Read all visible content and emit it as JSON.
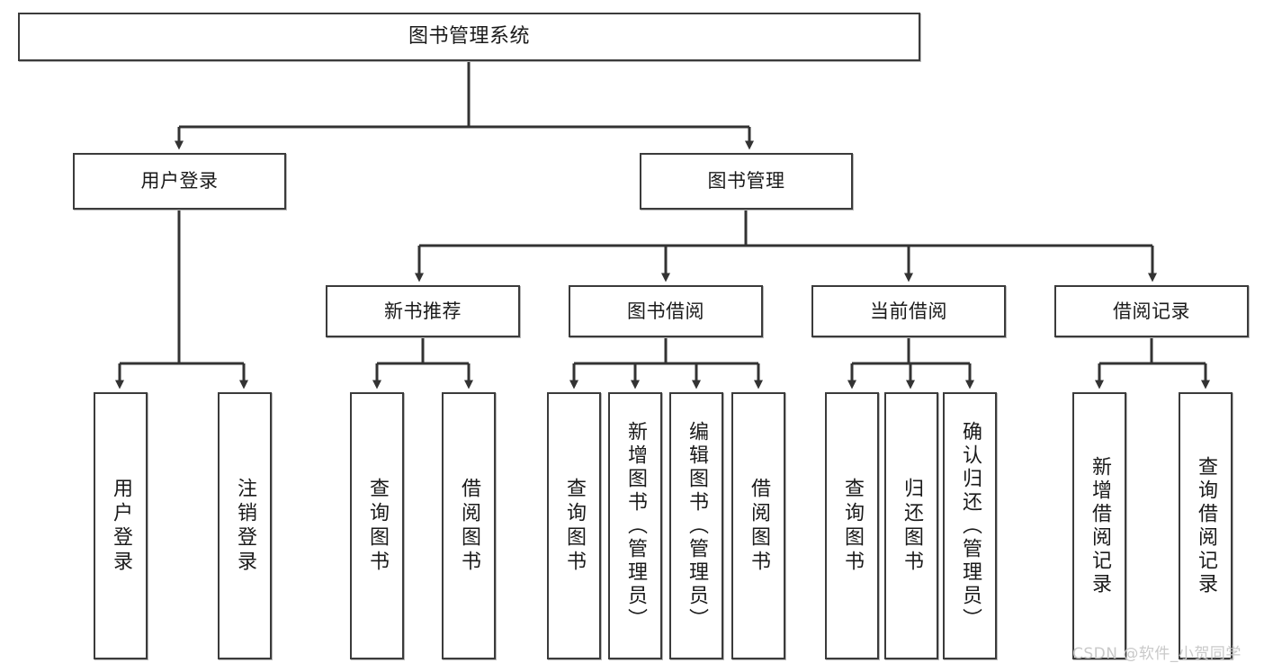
{
  "diagram": {
    "title": "图书管理系统",
    "type": "tree",
    "root": {
      "label": "图书管理系统"
    },
    "level2": [
      {
        "label": "用户登录"
      },
      {
        "label": "图书管理"
      }
    ],
    "level3": [
      {
        "label": "新书推荐"
      },
      {
        "label": "图书借阅"
      },
      {
        "label": "当前借阅"
      },
      {
        "label": "借阅记录"
      }
    ],
    "leaves": {
      "user_login": [
        {
          "label": "用户登录"
        },
        {
          "label": "注销登录"
        }
      ],
      "new_book": [
        {
          "label": "查询图书"
        },
        {
          "label": "借阅图书"
        }
      ],
      "book_borrow": [
        {
          "label": "查询图书"
        },
        {
          "label": "新增图书（管理员）"
        },
        {
          "label": "编辑图书（管理员）"
        },
        {
          "label": "借阅图书"
        }
      ],
      "current_borrow": [
        {
          "label": "查询图书"
        },
        {
          "label": "归还图书"
        },
        {
          "label": "确认归还（管理员）"
        }
      ],
      "borrow_record": [
        {
          "label": "新增借阅记录"
        },
        {
          "label": "查询借阅记录"
        }
      ]
    }
  },
  "watermark": {
    "text": "CSDN @软件_小贺同学"
  },
  "colors": {
    "box_border": "#3b3b3b",
    "box_fill": "#ffffff",
    "text": "#1a1a1a",
    "connector": "#333333",
    "watermark": "#c9c9c9"
  }
}
